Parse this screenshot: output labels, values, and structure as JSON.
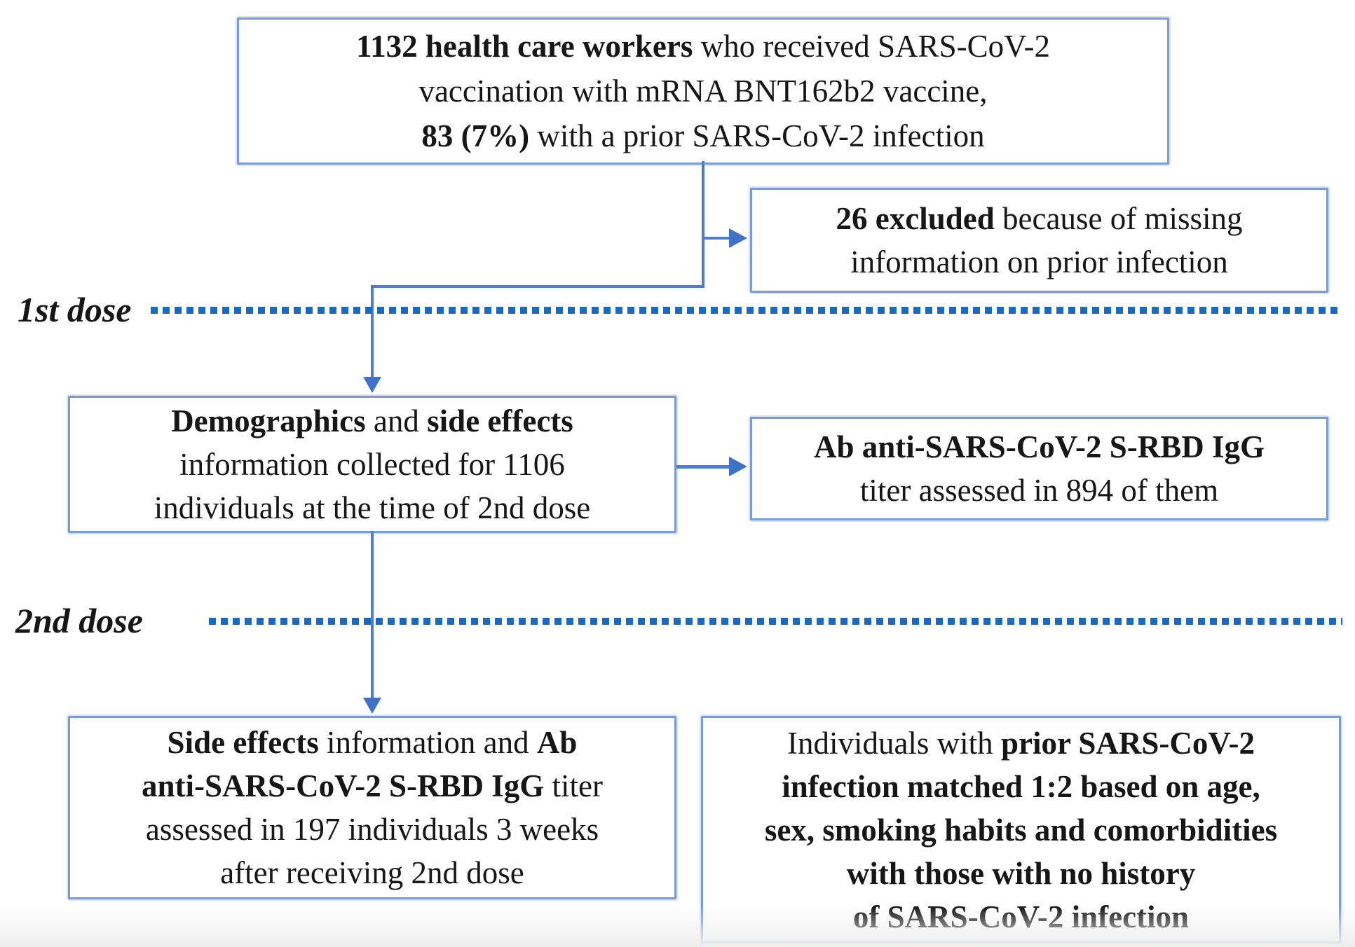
{
  "labels": {
    "first_dose": "1st dose",
    "second_dose": "2nd dose"
  },
  "boxes": {
    "top": {
      "lines": [
        {
          "segs": [
            {
              "text": "1132 health care workers ",
              "bold": true
            },
            {
              "text": "who received SARS-CoV-2",
              "bold": false
            }
          ]
        },
        {
          "segs": [
            {
              "text": "vaccination with mRNA BNT162b2 vaccine,",
              "bold": false
            }
          ]
        },
        {
          "segs": [
            {
              "text": "83 (7%) ",
              "bold": true
            },
            {
              "text": "with a prior SARS-CoV-2 infection",
              "bold": false
            }
          ]
        }
      ]
    },
    "excluded": {
      "lines": [
        {
          "segs": [
            {
              "text": "26 excluded ",
              "bold": true
            },
            {
              "text": "because of missing",
              "bold": false
            }
          ]
        },
        {
          "segs": [
            {
              "text": "information on prior infection",
              "bold": false
            }
          ]
        }
      ]
    },
    "demographics": {
      "lines": [
        {
          "segs": [
            {
              "text": "Demographics ",
              "bold": true
            },
            {
              "text": "and ",
              "bold": false
            },
            {
              "text": "side effects",
              "bold": true
            }
          ]
        },
        {
          "segs": [
            {
              "text": "information collected for 1106",
              "bold": false
            }
          ]
        },
        {
          "segs": [
            {
              "text": "individuals at the time of 2nd dose",
              "bold": false
            }
          ]
        }
      ]
    },
    "ab_titer": {
      "lines": [
        {
          "segs": [
            {
              "text": "Ab anti-SARS-CoV-2 S-RBD IgG",
              "bold": true
            }
          ]
        },
        {
          "segs": [
            {
              "text": "titer assessed in 894 of them",
              "bold": false
            }
          ]
        }
      ]
    },
    "bottom_left": {
      "lines": [
        {
          "segs": [
            {
              "text": "Side effects ",
              "bold": true
            },
            {
              "text": "information and ",
              "bold": false
            },
            {
              "text": "Ab",
              "bold": true
            }
          ]
        },
        {
          "segs": [
            {
              "text": "anti-SARS-CoV-2 S-RBD IgG ",
              "bold": true
            },
            {
              "text": "titer",
              "bold": false
            }
          ]
        },
        {
          "segs": [
            {
              "text": "assessed in 197 individuals 3 weeks",
              "bold": false
            }
          ]
        },
        {
          "segs": [
            {
              "text": "after receiving 2nd dose",
              "bold": false
            }
          ]
        }
      ]
    },
    "bottom_right": {
      "lines": [
        {
          "segs": [
            {
              "text": "Individuals with ",
              "bold": false
            },
            {
              "text": "prior SARS-CoV-2",
              "bold": true
            }
          ]
        },
        {
          "segs": [
            {
              "text": "infection matched 1:2 based on age,",
              "bold": true
            }
          ]
        },
        {
          "segs": [
            {
              "text": "sex, smoking habits and comorbidities",
              "bold": true
            }
          ]
        },
        {
          "segs": [
            {
              "text": "with those with no history",
              "bold": true
            }
          ]
        },
        {
          "segs": [
            {
              "text": "of SARS-CoV-2 infection",
              "bold": true
            }
          ]
        }
      ]
    }
  },
  "colors": {
    "box_border": "#7b9ad9",
    "connector_line": "#527cc9",
    "arrowhead": "#3f72c6",
    "timeline_dotted": "#1b6ac2",
    "text": "#161616",
    "background": "#ffffff"
  }
}
